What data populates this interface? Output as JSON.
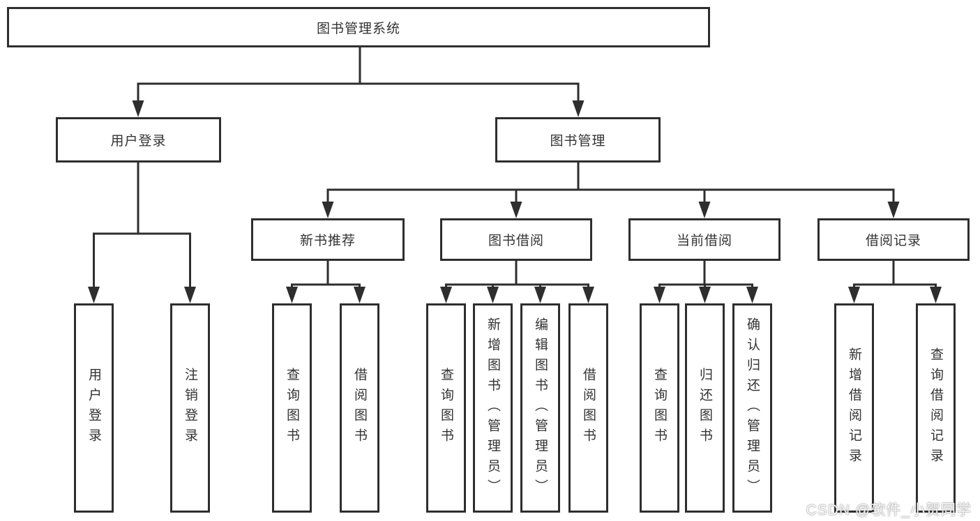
{
  "diagram": {
    "root": {
      "label": "图书管理系统"
    },
    "branches": [
      {
        "label": "用户登录",
        "children": [
          {
            "label": "用户登录"
          },
          {
            "label": "注销登录"
          }
        ]
      },
      {
        "label": "图书管理",
        "children": [
          {
            "label": "新书推荐",
            "children": [
              {
                "label": "查询图书"
              },
              {
                "label": "借阅图书"
              }
            ]
          },
          {
            "label": "图书借阅",
            "children": [
              {
                "label": "查询图书"
              },
              {
                "label": "新增图书（管理员）"
              },
              {
                "label": "编辑图书（管理员）"
              },
              {
                "label": "借阅图书"
              }
            ]
          },
          {
            "label": "当前借阅",
            "children": [
              {
                "label": "查询图书"
              },
              {
                "label": "归还图书"
              },
              {
                "label": "确认归还（管理员）"
              }
            ]
          },
          {
            "label": "借阅记录",
            "children": [
              {
                "label": "新增借阅记录"
              },
              {
                "label": "查询借阅记录"
              }
            ]
          }
        ]
      }
    ]
  },
  "watermark": {
    "text": "CSDN @软件_小贺同学"
  },
  "colors": {
    "line": "#2e2e2e",
    "box_border": "#2e2e2e",
    "text": "#333333",
    "background": "#ffffff"
  }
}
